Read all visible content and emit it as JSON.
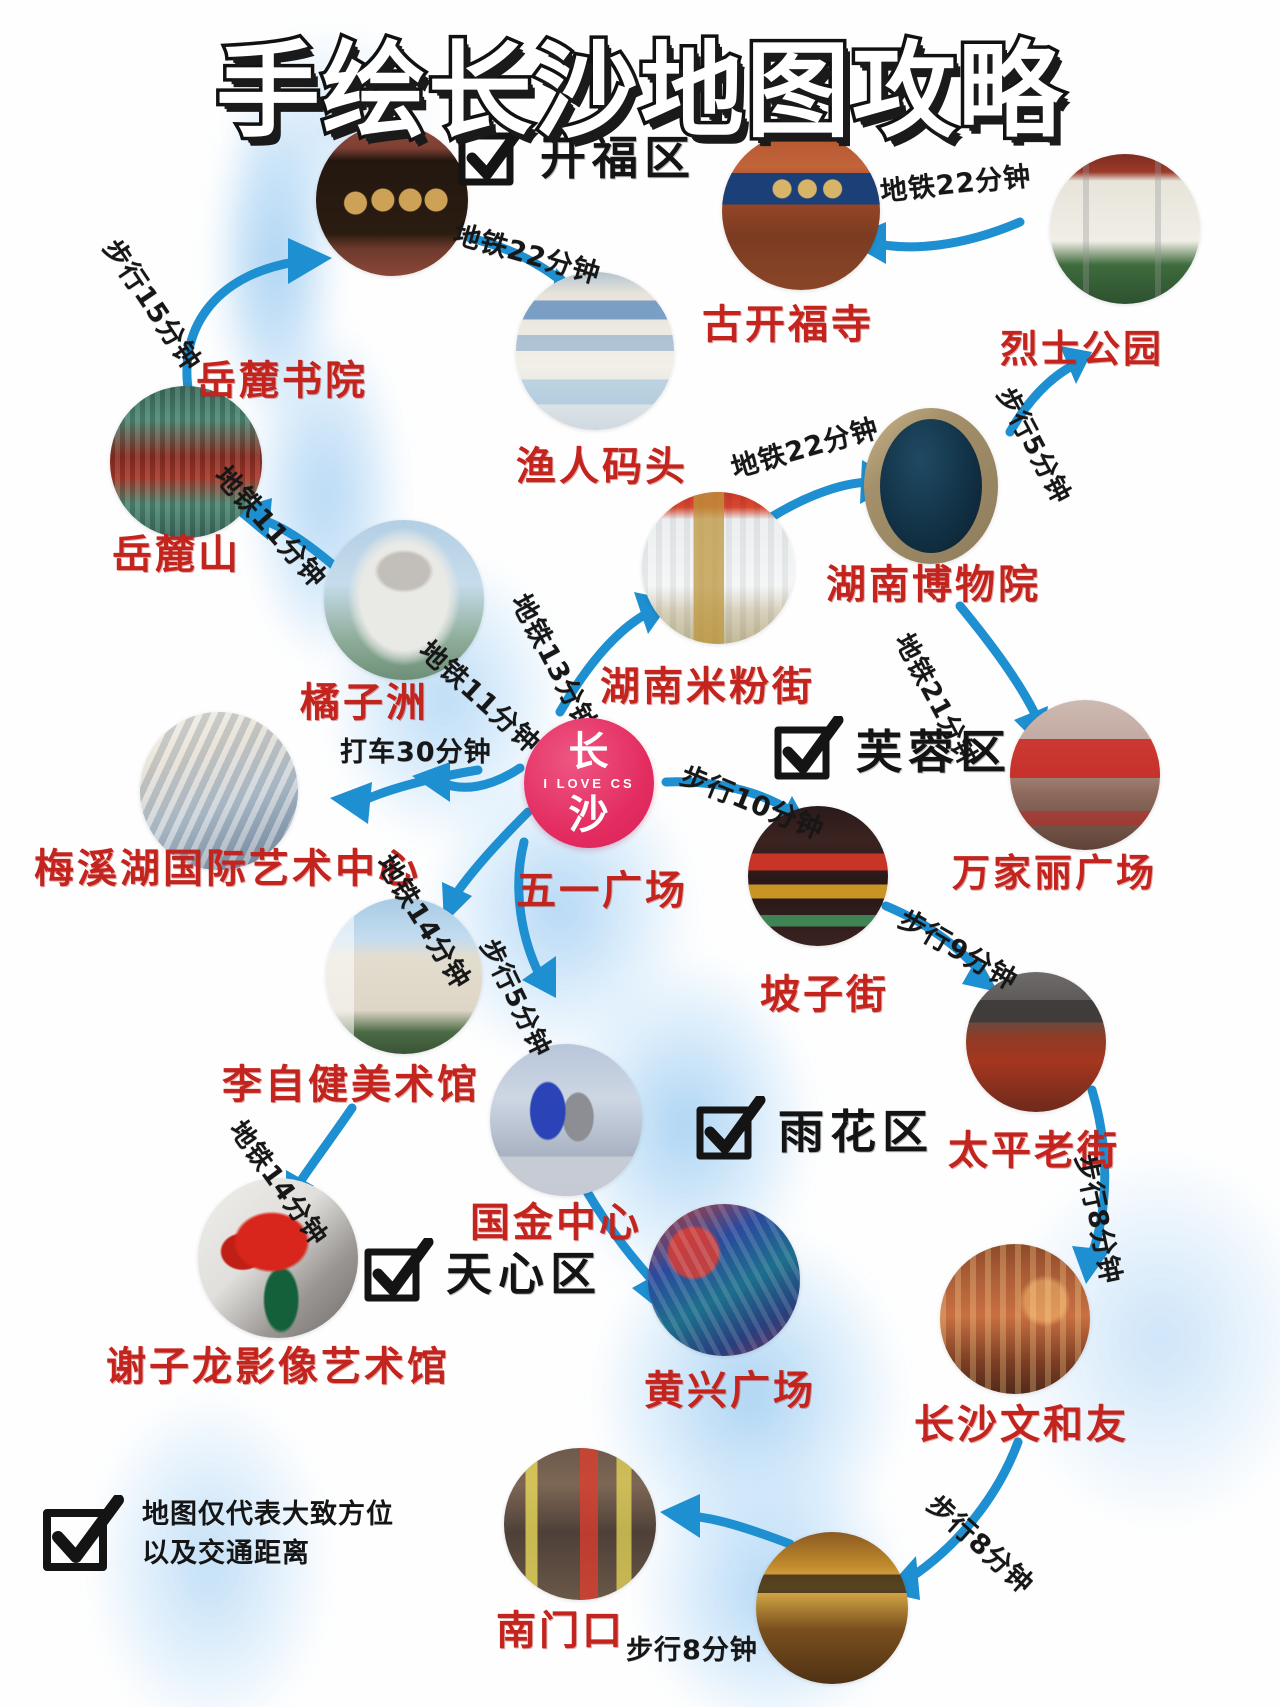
{
  "header": {
    "title": "手绘长沙地图攻略"
  },
  "brand": {
    "top": "长",
    "middle": "I LOVE CS",
    "bottom": "沙",
    "color": "#e32c60"
  },
  "colors": {
    "spot_label": "#c4241e",
    "arrow": "#1e8fd0",
    "district_label": "#141414",
    "cloud": "#a8d2f2"
  },
  "districts": [
    {
      "name": "district-kaifu",
      "label": "开福区",
      "icon": "checkbox-checked-icon"
    },
    {
      "name": "district-furong",
      "label": "芙蓉区",
      "icon": "checkbox-checked-icon"
    },
    {
      "name": "district-yuhua",
      "label": "雨花区",
      "icon": "checkbox-checked-icon"
    },
    {
      "name": "district-tianxin",
      "label": "天心区",
      "icon": "checkbox-checked-icon"
    }
  ],
  "spots": [
    {
      "id": "yuelu-academy",
      "label": "岳麓书院"
    },
    {
      "id": "yuelu-mountain",
      "label": "岳麓山"
    },
    {
      "id": "fishermans-wharf",
      "label": "渔人码头"
    },
    {
      "id": "ancient-kaifu-temple",
      "label": "古开福寺"
    },
    {
      "id": "martyrs-park",
      "label": "烈士公园"
    },
    {
      "id": "orange-isle",
      "label": "橘子洲"
    },
    {
      "id": "hunan-rice-noodle-street",
      "label": "湖南米粉街"
    },
    {
      "id": "hunan-museum",
      "label": "湖南博物院"
    },
    {
      "id": "wanjiali-plaza",
      "label": "万家丽广场"
    },
    {
      "id": "meixi-lake-arts-center",
      "label": "梅溪湖国际艺术中心"
    },
    {
      "id": "wuyi-square",
      "label": "五一广场"
    },
    {
      "id": "pozi-street",
      "label": "坡子街"
    },
    {
      "id": "taiping-old-street",
      "label": "太平老街"
    },
    {
      "id": "lizijian-art-museum",
      "label": "李自健美术馆"
    },
    {
      "id": "ifs-changsha",
      "label": "国金中心"
    },
    {
      "id": "xiezilong-photography-museum",
      "label": "谢子龙影像艺术馆"
    },
    {
      "id": "huangxing-square",
      "label": "黄兴广场"
    },
    {
      "id": "changsha-wenheyou",
      "label": "长沙文和友"
    },
    {
      "id": "nanmenkou",
      "label": "南门口"
    }
  ],
  "routes": [
    {
      "id": "yuelu-mountain-to-academy",
      "label": "步行15分钟",
      "mode": "walk",
      "minutes": 15
    },
    {
      "id": "academy-to-fishermans-wharf",
      "label": "地铁22分钟",
      "mode": "metro",
      "minutes": 22
    },
    {
      "id": "martyrs-park-to-kaifu-temple",
      "label": "地铁22分钟",
      "mode": "metro",
      "minutes": 22
    },
    {
      "id": "orange-isle-to-yuelu-mountain",
      "label": "地铁11分钟",
      "mode": "metro",
      "minutes": 11
    },
    {
      "id": "rice-noodle-street-to-museum",
      "label": "地铁22分钟",
      "mode": "metro",
      "minutes": 22
    },
    {
      "id": "museum-to-martyrs-park",
      "label": "步行5分钟",
      "mode": "walk",
      "minutes": 5
    },
    {
      "id": "wuyi-square-to-rice-noodle-street",
      "label": "地铁13分钟",
      "mode": "metro",
      "minutes": 13
    },
    {
      "id": "wuyi-square-to-orange-isle",
      "label": "地铁11分钟",
      "mode": "metro",
      "minutes": 11
    },
    {
      "id": "orange-isle-to-meixi-lake",
      "label": "打车30分钟",
      "mode": "taxi",
      "minutes": 30
    },
    {
      "id": "wuyi-square-to-lizijian",
      "label": "地铁14分钟",
      "mode": "metro",
      "minutes": 14
    },
    {
      "id": "museum-to-wanjiali",
      "label": "地铁21分钟",
      "mode": "metro",
      "minutes": 21
    },
    {
      "id": "wuyi-square-to-pozi-street",
      "label": "步行10分钟",
      "mode": "walk",
      "minutes": 10
    },
    {
      "id": "pozi-street-to-taiping-old-street",
      "label": "步行9分钟",
      "mode": "walk",
      "minutes": 9
    },
    {
      "id": "wuyi-square-to-ifs",
      "label": "步行5分钟",
      "mode": "walk",
      "minutes": 5
    },
    {
      "id": "lizijian-to-xiezilong",
      "label": "地铁14分钟",
      "mode": "metro",
      "minutes": 14
    },
    {
      "id": "ifs-to-huangxing-square",
      "label": "步行5分钟",
      "mode": "walk",
      "minutes": 5
    },
    {
      "id": "taiping-to-wenheyou",
      "label": "步行8分钟",
      "mode": "walk",
      "minutes": 8
    },
    {
      "id": "wenheyou-to-bottom",
      "label": "步行8分钟",
      "mode": "walk",
      "minutes": 8
    },
    {
      "id": "bottom-to-nanmenkou",
      "label": "步行8分钟",
      "mode": "walk",
      "minutes": 8
    }
  ],
  "footnote": {
    "line1": "地图仅代表大致方位",
    "line2": "以及交通距离",
    "icon": "checkbox-checked-icon"
  }
}
